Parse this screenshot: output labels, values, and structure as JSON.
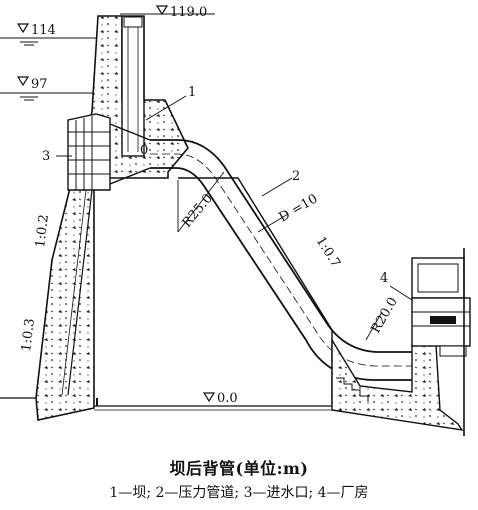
{
  "elevations": {
    "crest": "119.0",
    "upstream_upper": "114",
    "upstream_lower": "97",
    "base": "0.0"
  },
  "callouts": {
    "dam": "1",
    "penstock": "2",
    "intake": "3",
    "powerhouse": "4",
    "intake_zero": "0"
  },
  "dimensions": {
    "bend_upper": "R25.0",
    "bend_lower": "R20.0",
    "diameter": "D =10",
    "slope_penstock": "1:0.7",
    "slope_upper_face": "1:0.2",
    "slope_lower_face": "1:0.3"
  },
  "caption": {
    "title": "坝后背管(单位:m)",
    "legend": "1—坝; 2—压力管道; 3—进水口; 4—厂房"
  }
}
